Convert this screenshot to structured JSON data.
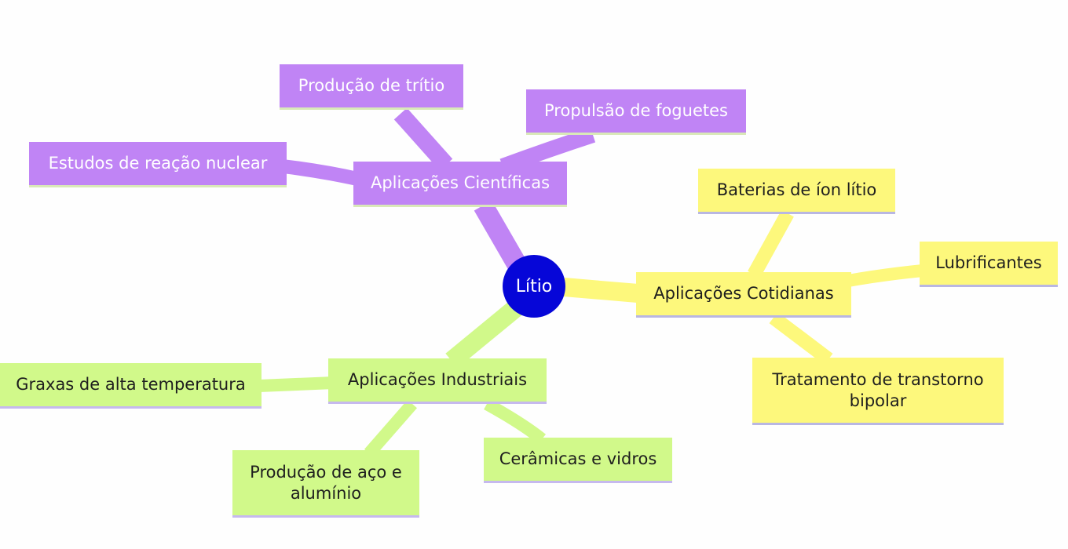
{
  "center": {
    "label": "Lítio",
    "color": "#0606d8"
  },
  "colors": {
    "purple": "#c084f5",
    "yellow": "#fdf87c",
    "green": "#d1f98a"
  },
  "branches": {
    "cientificas": {
      "label": "Aplicações Científicas",
      "children": [
        "Produção de trítio",
        "Propulsão de foguetes",
        "Estudos de reação nuclear"
      ]
    },
    "cotidianas": {
      "label": "Aplicações Cotidianas",
      "children": [
        "Baterias de íon lítio",
        "Lubrificantes",
        "Tratamento de transtorno bipolar"
      ]
    },
    "industriais": {
      "label": "Aplicações Industriais",
      "children": [
        "Graxas de alta temperatura",
        "Produção de aço e alumínio",
        "Cerâmicas e vidros"
      ]
    }
  }
}
